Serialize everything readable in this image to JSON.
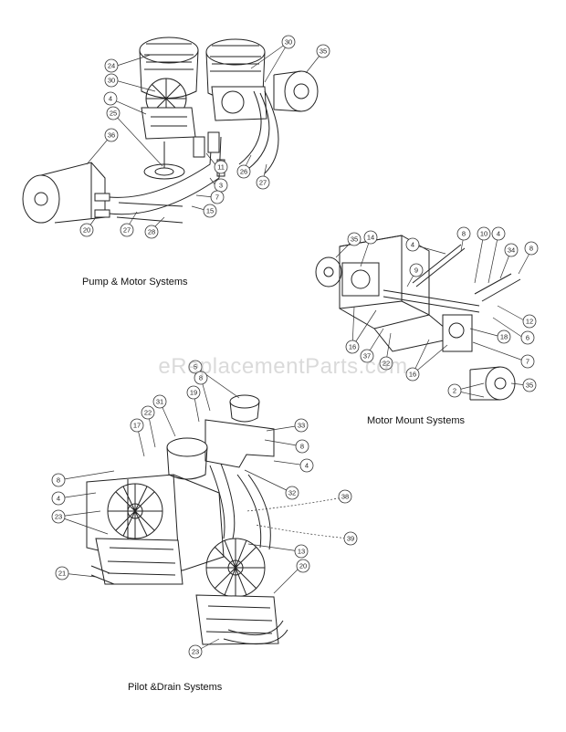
{
  "captions": {
    "pump_motor": "Pump & Motor Systems",
    "motor_mount": "Motor Mount Systems",
    "pilot_drain": "Pilot &Drain Systems"
  },
  "watermark": "eReplacementParts.com",
  "callouts": {
    "pump_motor": [
      "24",
      "30",
      "30",
      "35",
      "4",
      "25",
      "36",
      "11",
      "3",
      "7",
      "15",
      "20",
      "27",
      "28",
      "26",
      "27"
    ],
    "motor_mount": [
      "35",
      "14",
      "4",
      "8",
      "10",
      "4",
      "34",
      "8",
      "9",
      "12",
      "16",
      "37",
      "22",
      "16",
      "18",
      "6",
      "7",
      "2",
      "35"
    ],
    "pilot_drain": [
      "5",
      "8",
      "19",
      "31",
      "22",
      "17",
      "33",
      "8",
      "4",
      "32",
      "8",
      "4",
      "23",
      "38",
      "39",
      "13",
      "21",
      "20",
      "23"
    ]
  }
}
